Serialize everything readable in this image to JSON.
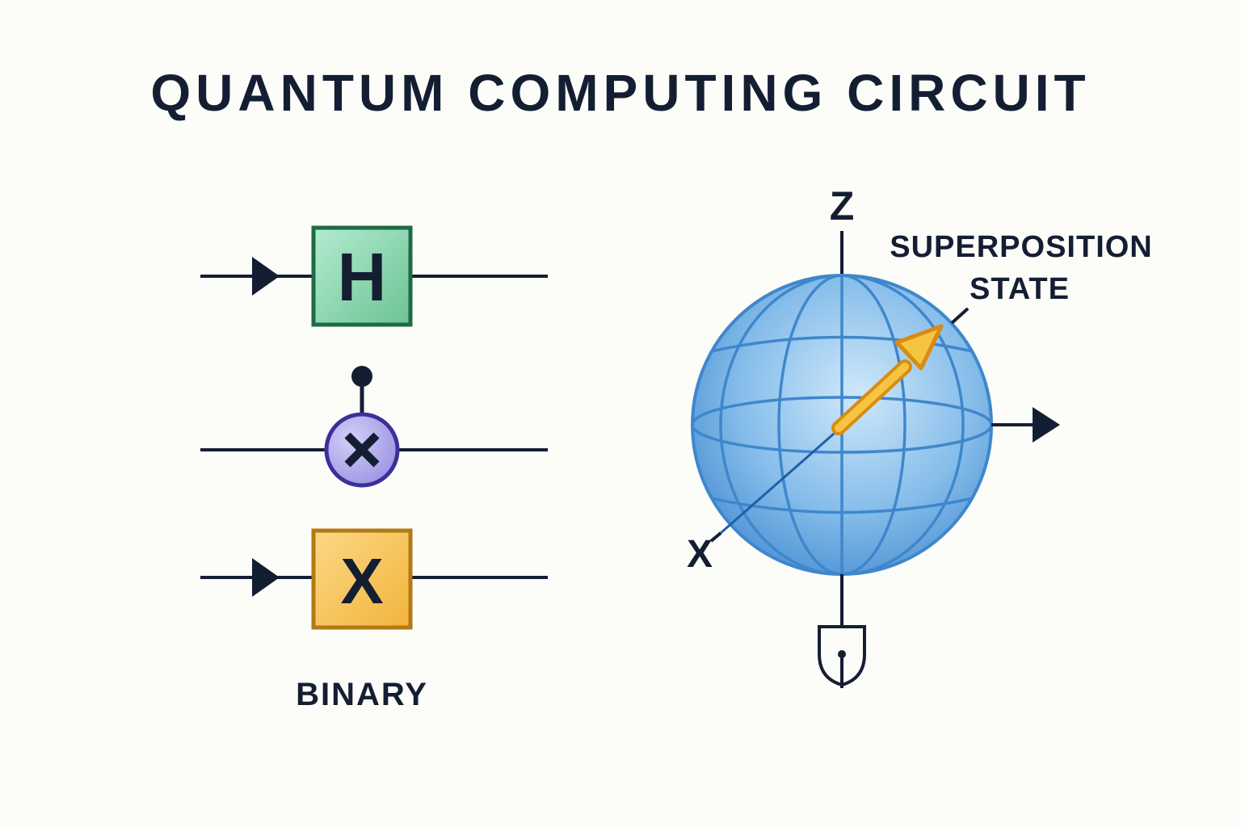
{
  "title": "QUANTUM COMPUTING CIRCUIT",
  "circuit": {
    "gates": [
      {
        "id": "hadamard",
        "symbol": "H",
        "shape": "square",
        "fill": "#8fd8b0",
        "border": "#1d6b45"
      },
      {
        "id": "controlled-x",
        "symbol": "×",
        "shape": "circle",
        "fill": "#b7b2ee",
        "border": "#3d2f98"
      },
      {
        "id": "pauli-x",
        "symbol": "X",
        "shape": "square",
        "fill": "#f8c65c",
        "border": "#b27a14"
      }
    ],
    "label": "BINARY"
  },
  "bloch_sphere": {
    "axis_z_label": "Z",
    "axis_x_label": "X",
    "state_label_line1": "SUPERPOSITION",
    "state_label_line2": "STATE",
    "sphere_color": "#5fa2dc",
    "grid_color": "#3f87cc",
    "vector_color": "#f5c542",
    "vector_outline": "#d98c10",
    "measurement_icon": "measurement-meter-icon"
  }
}
